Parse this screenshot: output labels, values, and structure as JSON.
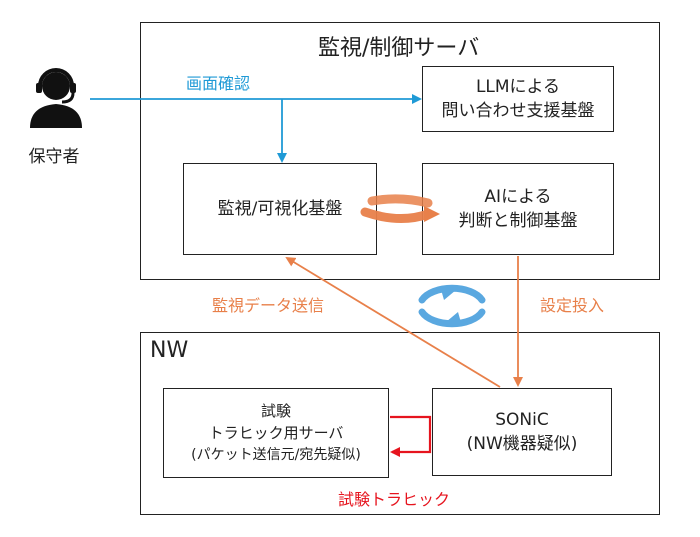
{
  "diagram": {
    "server": {
      "title": "監視/制御サーバ"
    },
    "llm": {
      "lines": [
        "LLMによる",
        "問い合わせ支援基盤"
      ]
    },
    "monitor": {
      "label": "監視/可視化基盤"
    },
    "ai": {
      "lines": [
        "AIによる",
        "判断と制御基盤"
      ]
    },
    "operator": {
      "label": "保守者"
    },
    "nw": {
      "title": "NW"
    },
    "traffic_server": {
      "lines": [
        "試験",
        "トラヒック用サーバ",
        "(パケット送信元/宛先疑似)"
      ]
    },
    "sonic": {
      "lines": [
        "SONiC",
        "(NW機器疑似)"
      ]
    },
    "edges": {
      "check_screen": "画面確認",
      "monitor_data": "監視データ送信",
      "config_input": "設定投入",
      "test_traffic": "試験トラヒック"
    },
    "colors": {
      "blue": "#1f9ad6",
      "orange": "#e8804a",
      "red": "#e6141e",
      "cycle_blue": "#5aa8e0"
    }
  }
}
